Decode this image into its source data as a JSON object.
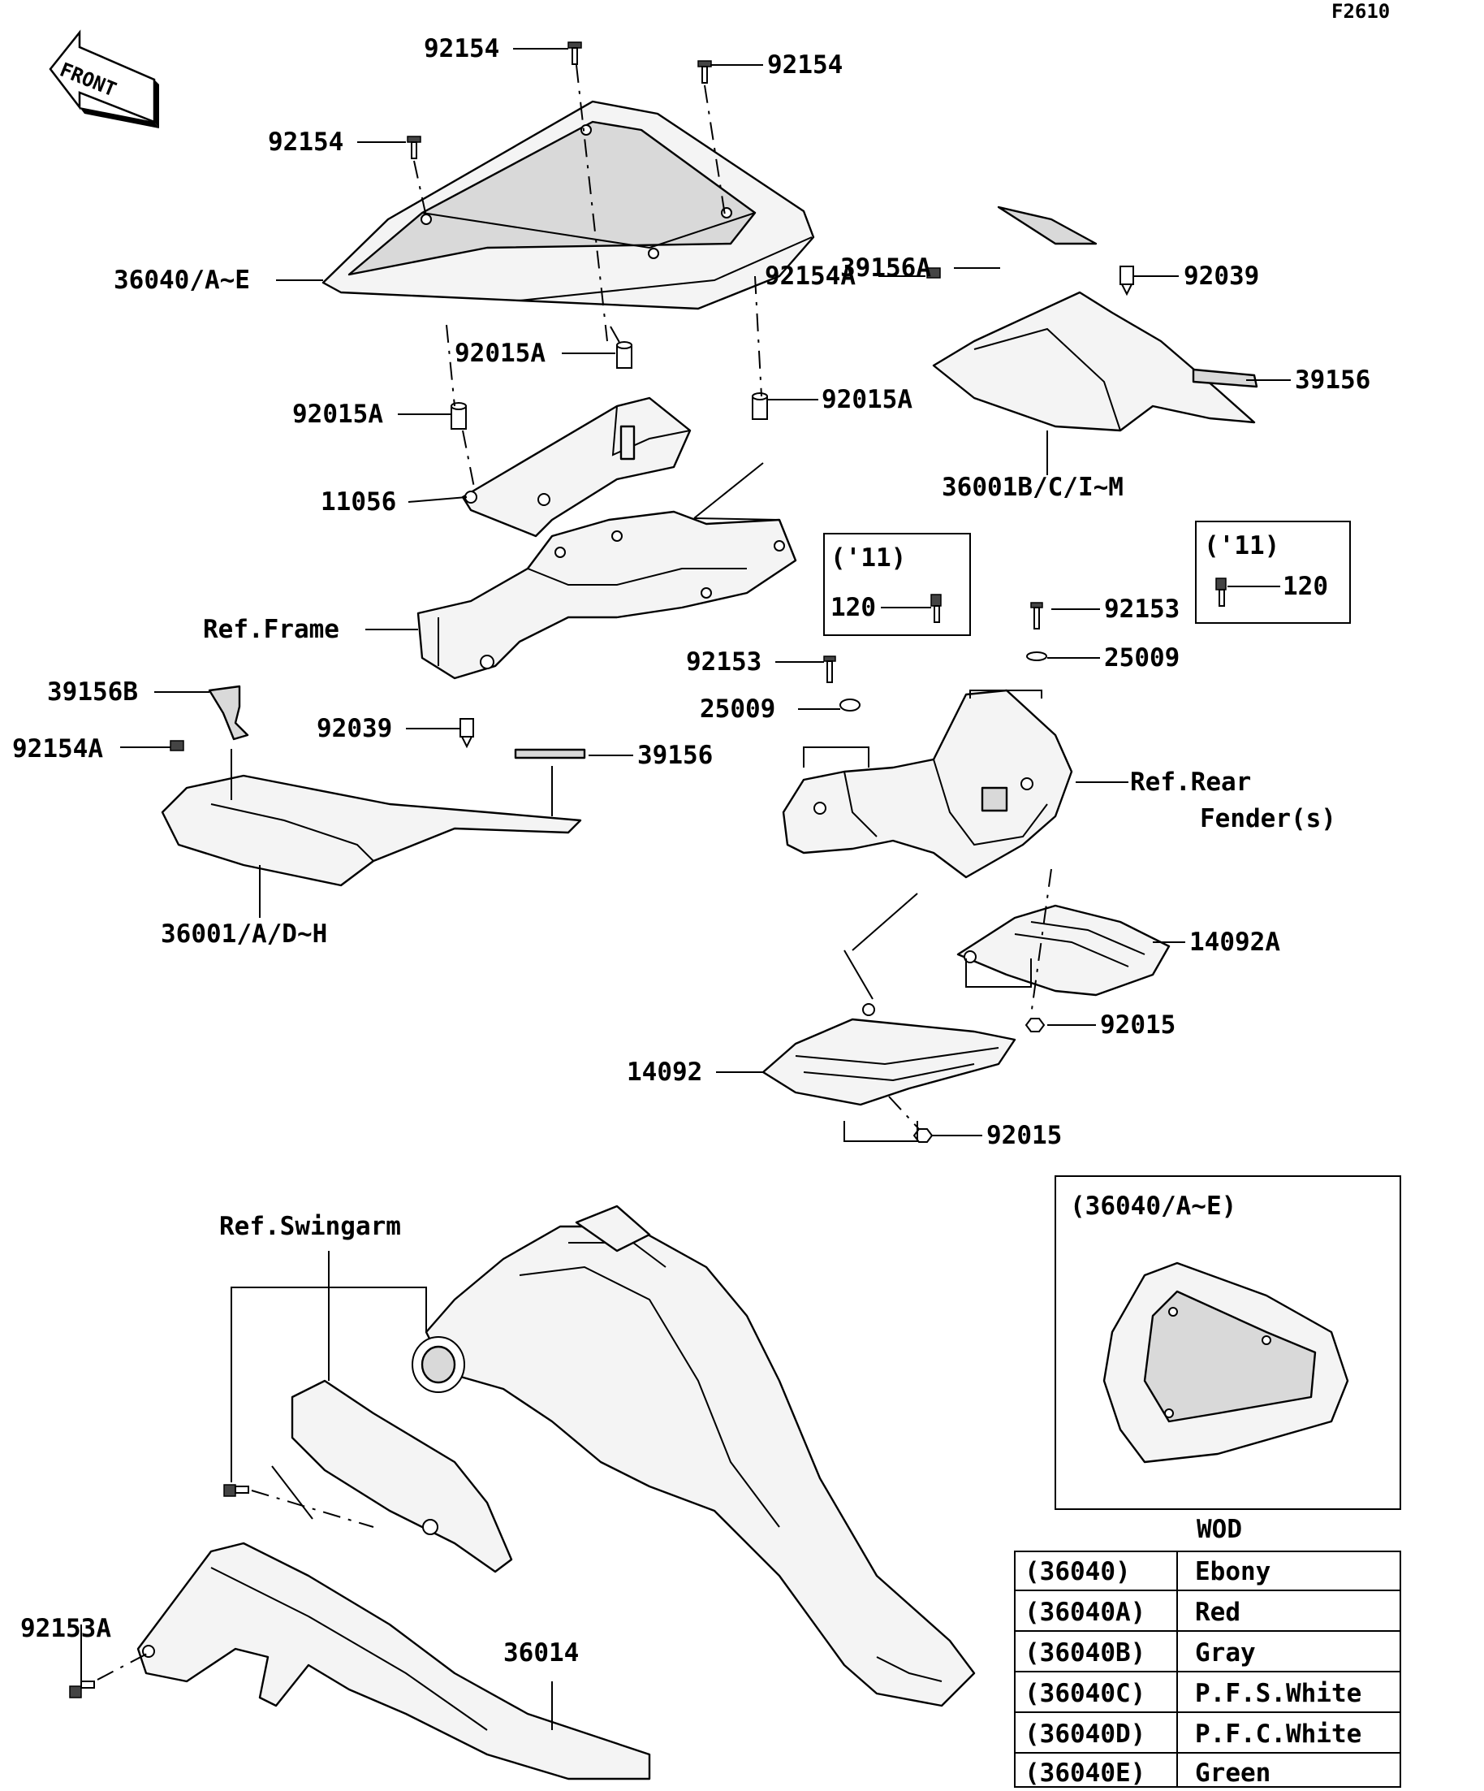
{
  "figure_code": "F2610",
  "front_arrow_text": "FRONT",
  "labels": {
    "p92154_top": "92154",
    "p92154_right": "92154",
    "p92154_left": "92154",
    "p36040": "36040/A~E",
    "p92015A_mid": "92015A",
    "p92015A_left": "92015A",
    "p92015A_right": "92015A",
    "p11056": "11056",
    "ref_frame": "Ref.Frame",
    "p39156A": "39156A",
    "p92154A_top": "92154A",
    "p92039_top": "92039",
    "p39156_top": "39156",
    "p36001BC": "36001B/C/I~M",
    "p39156B": "39156B",
    "p92154A_left": "92154A",
    "p92039_left": "92039",
    "p39156_left": "39156",
    "p36001AD": "36001/A/D~H",
    "p92153_mid": "92153",
    "p25009_mid": "25009",
    "p92153_right": "92153",
    "p25009_right": "25009",
    "ref_rear_fender_1": "Ref.Rear",
    "ref_rear_fender_2": "Fender(s)",
    "p14092A": "14092A",
    "p92015_upper": "92015",
    "p14092": "14092",
    "p92015_lower": "92015",
    "ref_swingarm": "Ref.Swingarm",
    "p92153A": "92153A",
    "p36014": "36014"
  },
  "year_box_left": {
    "year": "('11)",
    "part": "120"
  },
  "year_box_right": {
    "year": "('11)",
    "part": "120"
  },
  "inset": {
    "title": "(36040/A~E)"
  },
  "color_table": {
    "caption": "WOD",
    "rows": [
      {
        "code": "(36040)",
        "color": "Ebony"
      },
      {
        "code": "(36040A)",
        "color": "Red"
      },
      {
        "code": "(36040B)",
        "color": "Gray"
      },
      {
        "code": "(36040C)",
        "color": "P.F.S.White"
      },
      {
        "code": "(36040D)",
        "color": "P.F.C.White"
      },
      {
        "code": "(36040E)",
        "color": "Green"
      }
    ]
  },
  "icons": [
    "front-arrow-icon",
    "screw-icon",
    "collar-icon",
    "washer-icon",
    "nut-icon"
  ]
}
